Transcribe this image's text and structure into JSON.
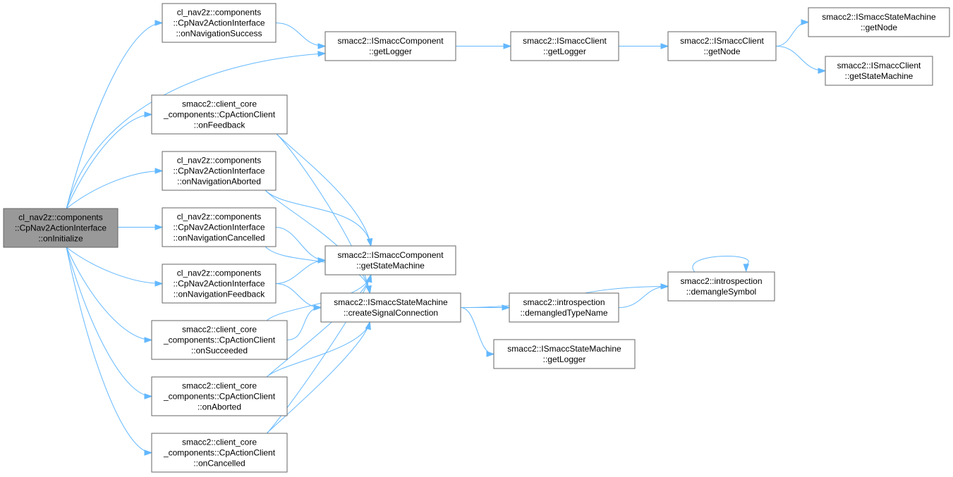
{
  "colors": {
    "edge": "#63b8ff",
    "node_border": "#666666",
    "root_fill": "#999999",
    "node_fill": "#ffffff"
  },
  "nodes": [
    {
      "id": "root",
      "lines": [
        "cl_nav2z::components",
        "::CpNav2ActionInterface",
        "::onInitialize"
      ],
      "root": true
    },
    {
      "id": "navSuccess",
      "lines": [
        "cl_nav2z::components",
        "::CpNav2ActionInterface",
        "::onNavigationSuccess"
      ]
    },
    {
      "id": "onFeedback",
      "lines": [
        "smacc2::client_core",
        "_components::CpActionClient",
        "::onFeedback"
      ]
    },
    {
      "id": "navAborted",
      "lines": [
        "cl_nav2z::components",
        "::CpNav2ActionInterface",
        "::onNavigationAborted"
      ]
    },
    {
      "id": "navCancelled",
      "lines": [
        "cl_nav2z::components",
        "::CpNav2ActionInterface",
        "::onNavigationCancelled"
      ]
    },
    {
      "id": "navFeedback",
      "lines": [
        "cl_nav2z::components",
        "::CpNav2ActionInterface",
        "::onNavigationFeedback"
      ]
    },
    {
      "id": "onSucceeded",
      "lines": [
        "smacc2::client_core",
        "_components::CpActionClient",
        "::onSucceeded"
      ]
    },
    {
      "id": "onAborted",
      "lines": [
        "smacc2::client_core",
        "_components::CpActionClient",
        "::onAborted"
      ]
    },
    {
      "id": "onCancelled",
      "lines": [
        "smacc2::client_core",
        "_components::CpActionClient",
        "::onCancelled"
      ]
    },
    {
      "id": "compGetLogger",
      "lines": [
        "smacc2::ISmaccComponent",
        "::getLogger"
      ]
    },
    {
      "id": "clientGetLogger",
      "lines": [
        "smacc2::ISmaccClient",
        "::getLogger"
      ]
    },
    {
      "id": "clientGetNode",
      "lines": [
        "smacc2::ISmaccClient",
        "::getNode"
      ]
    },
    {
      "id": "smGetNode",
      "lines": [
        "smacc2::ISmaccStateMachine",
        "::getNode"
      ]
    },
    {
      "id": "clientGetSM",
      "lines": [
        "smacc2::ISmaccClient",
        "::getStateMachine"
      ]
    },
    {
      "id": "compGetSM",
      "lines": [
        "smacc2::ISmaccComponent",
        "::getStateMachine"
      ]
    },
    {
      "id": "createSignal",
      "lines": [
        "smacc2::ISmaccStateMachine",
        "::createSignalConnection"
      ]
    },
    {
      "id": "demangledType",
      "lines": [
        "smacc2::introspection",
        "::demangledTypeName"
      ]
    },
    {
      "id": "demangleSymbol",
      "lines": [
        "smacc2::introspection",
        "::demangleSymbol"
      ]
    },
    {
      "id": "smGetLogger",
      "lines": [
        "smacc2::ISmaccStateMachine",
        "::getLogger"
      ]
    }
  ],
  "edges": [
    {
      "from": "root",
      "to": "navSuccess"
    },
    {
      "from": "root",
      "to": "compGetLogger"
    },
    {
      "from": "root",
      "to": "onFeedback"
    },
    {
      "from": "root",
      "to": "navAborted"
    },
    {
      "from": "root",
      "to": "navCancelled"
    },
    {
      "from": "root",
      "to": "navFeedback"
    },
    {
      "from": "root",
      "to": "onSucceeded"
    },
    {
      "from": "root",
      "to": "onAborted"
    },
    {
      "from": "root",
      "to": "onCancelled"
    },
    {
      "from": "navSuccess",
      "to": "compGetLogger"
    },
    {
      "from": "compGetLogger",
      "to": "clientGetLogger"
    },
    {
      "from": "clientGetLogger",
      "to": "clientGetNode"
    },
    {
      "from": "clientGetNode",
      "to": "smGetNode"
    },
    {
      "from": "clientGetNode",
      "to": "clientGetSM"
    },
    {
      "from": "onFeedback",
      "to": "compGetSM"
    },
    {
      "from": "onFeedback",
      "to": "createSignal"
    },
    {
      "from": "navAborted",
      "to": "compGetSM"
    },
    {
      "from": "navAborted",
      "to": "createSignal"
    },
    {
      "from": "navCancelled",
      "to": "compGetSM"
    },
    {
      "from": "navCancelled",
      "to": "createSignal"
    },
    {
      "from": "navFeedback",
      "to": "compGetSM"
    },
    {
      "from": "navFeedback",
      "to": "createSignal"
    },
    {
      "from": "onSucceeded",
      "to": "compGetSM"
    },
    {
      "from": "onSucceeded",
      "to": "createSignal"
    },
    {
      "from": "onAborted",
      "to": "compGetSM"
    },
    {
      "from": "onAborted",
      "to": "createSignal"
    },
    {
      "from": "onCancelled",
      "to": "compGetSM"
    },
    {
      "from": "onCancelled",
      "to": "createSignal"
    },
    {
      "from": "createSignal",
      "to": "demangleSymbol"
    },
    {
      "from": "createSignal",
      "to": "demangledType"
    },
    {
      "from": "createSignal",
      "to": "smGetLogger"
    },
    {
      "from": "demangledType",
      "to": "demangleSymbol"
    },
    {
      "from": "demangleSymbol",
      "to": "demangleSymbol"
    }
  ]
}
